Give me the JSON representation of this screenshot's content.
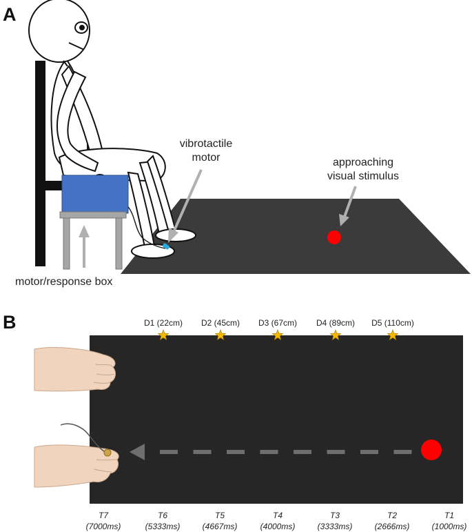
{
  "panels": {
    "a": {
      "letter": "A"
    },
    "b": {
      "letter": "B"
    }
  },
  "labels": {
    "vibrotactile": [
      "vibrotactile",
      "motor"
    ],
    "approaching": [
      "approaching",
      "visual stimulus"
    ],
    "box": "motor/response box"
  },
  "distances": [
    {
      "label": "D1 (22cm)"
    },
    {
      "label": "D2 (45cm)"
    },
    {
      "label": "D3 (67cm)"
    },
    {
      "label": "D4 (89cm)"
    },
    {
      "label": "D5 (110cm)"
    }
  ],
  "times": [
    {
      "name": "T7",
      "value": "(7000ms)"
    },
    {
      "name": "T6",
      "value": "(5333ms)"
    },
    {
      "name": "T5",
      "value": "(4667ms)"
    },
    {
      "name": "T4",
      "value": "(4000ms)"
    },
    {
      "name": "T3",
      "value": "(3333ms)"
    },
    {
      "name": "T2",
      "value": "(2666ms)"
    },
    {
      "name": "T1",
      "value": "(1000ms)"
    }
  ],
  "colors": {
    "floor": "#3b3b3b",
    "panel_b_bg": "#262626",
    "stimulus": "#ff0000",
    "box": "#4472c4",
    "star": "#f5b800",
    "arrow_gray": "#b0b0b0",
    "dash_gray": "#6e6e6e",
    "chair": "#111111",
    "motor": "#29a9e1",
    "skin": "#f1d4bd"
  }
}
